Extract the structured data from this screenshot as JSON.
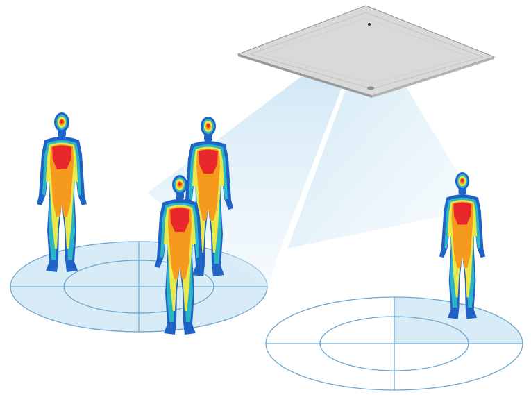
{
  "scene": {
    "background": "#ffffff",
    "colors": {
      "zone_fill": "#d7ecf6",
      "zone_stroke": "#6ea6cf",
      "beam": "#cfe6f4",
      "sensor_top": "#d9d9d9",
      "sensor_edge": "#8f8f8f",
      "thermal_cold": "#1f63c6",
      "thermal_cool": "#2bb6c5",
      "thermal_mid": "#e9e84a",
      "thermal_warm": "#f59a1d",
      "thermal_hot": "#e8282b"
    },
    "sensor": {
      "icon": "ceiling-thermal-sensor-icon"
    },
    "zones": [
      {
        "id": "left",
        "highlighted_quadrants": [
          "all"
        ]
      },
      {
        "id": "right",
        "highlighted_quadrants": [
          "upper-right"
        ]
      }
    ],
    "people": [
      {
        "id": "person-1",
        "icon": "thermal-person-icon"
      },
      {
        "id": "person-2",
        "icon": "thermal-person-icon"
      },
      {
        "id": "person-3",
        "icon": "thermal-person-icon"
      },
      {
        "id": "person-4",
        "icon": "thermal-person-icon"
      }
    ]
  }
}
